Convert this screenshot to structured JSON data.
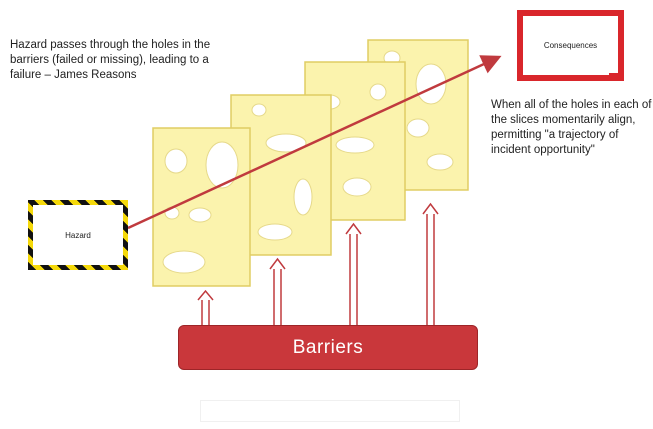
{
  "quote_text": "Hazard passes through the holes in the barriers (failed or missing), leading to a failure – James Reasons",
  "note_text": "When all of the holes in each of the slices momentarily align, permitting \"a trajectory of incident opportunity\"",
  "hazard_label": "Hazard",
  "consequences_label": "Consequences",
  "barriers_label": "Barriers",
  "colors": {
    "slice_fill": "#fbf3ad",
    "slice_stroke": "#e0cd63",
    "arrow": "#c03a3e",
    "barrier_fill": "#c9373b",
    "consequences_border": "#d9262b",
    "hazard_stripes": [
      "#111111",
      "#f5d90a"
    ]
  }
}
